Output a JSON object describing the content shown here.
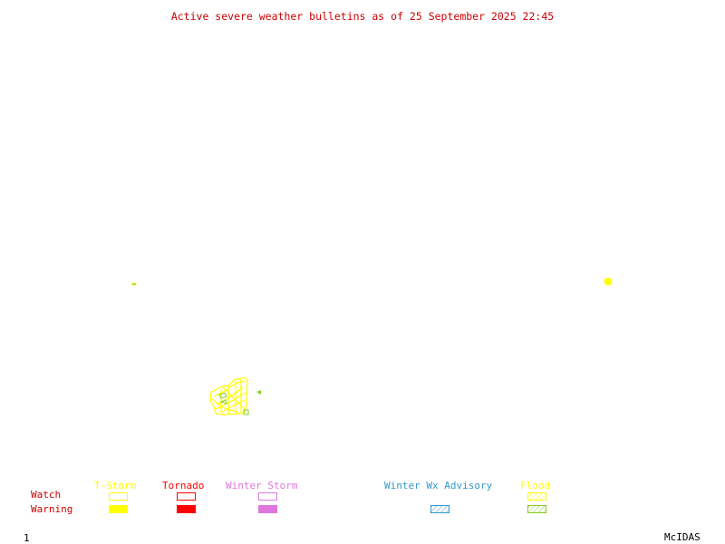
{
  "title": "Active severe weather bulletins as of 25 September 2025 22:45",
  "colors": {
    "title": "#cc0000",
    "row_labels": "#cc0000",
    "tstorm": "#ffff00",
    "tornado": "#ff0000",
    "winter_storm": "#dd77dd",
    "winter_wx_advisory": "#3399cc",
    "flood": "#88cc22",
    "flood_label": "#ffff00",
    "footer": "#000000"
  },
  "legend": {
    "row_labels": {
      "watch": "Watch",
      "warning": "Warning"
    },
    "categories": {
      "tstorm": "T-Storm",
      "tornado": "Tornado",
      "winter_storm": "Winter Storm",
      "winter_wx_advisory": "Winter Wx Advisory",
      "flood": "Flood"
    }
  },
  "footer": {
    "frame_number": "1",
    "software": "McIDAS"
  }
}
